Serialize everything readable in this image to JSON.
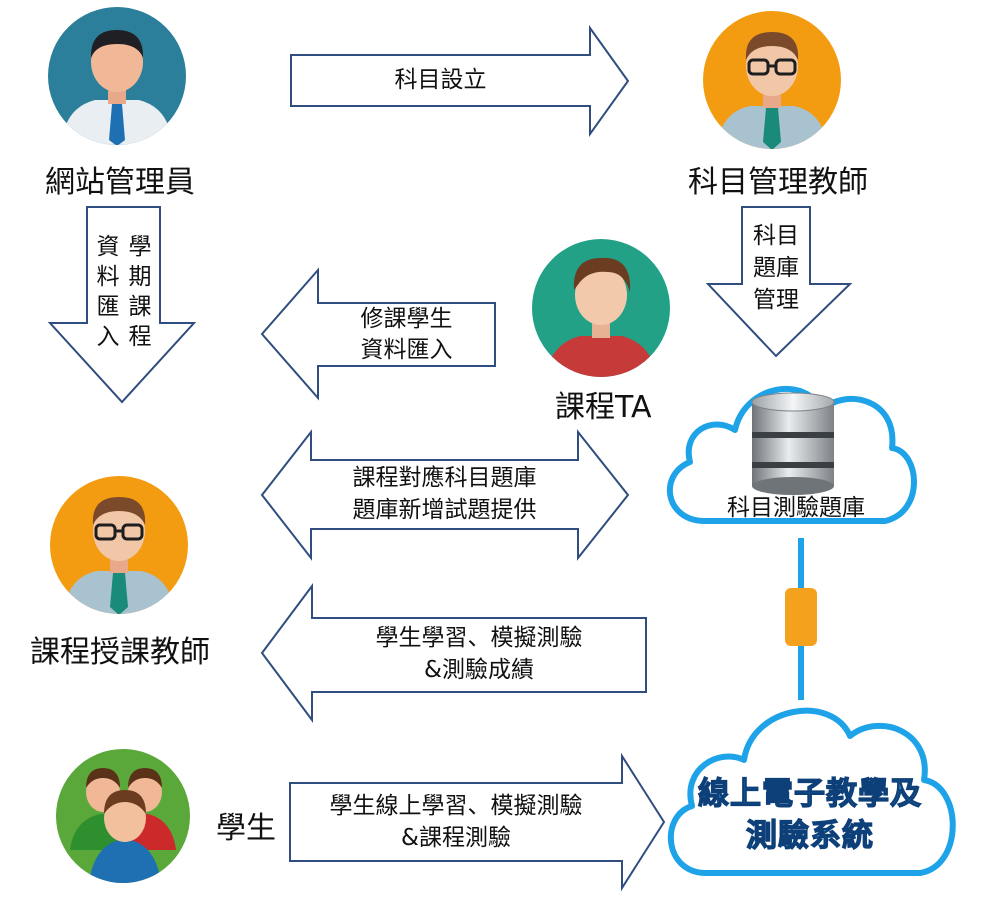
{
  "roles": {
    "admin": "網站管理員",
    "subject_teacher": "科目管理教師",
    "ta": "課程TA",
    "course_teacher": "課程授課教師",
    "student": "學生"
  },
  "arrows": {
    "subject_setup": "科目設立",
    "term_course_col1": "學期課程",
    "term_course_col2": "資料匯入",
    "bank_manage_line1": "科目",
    "bank_manage_line2": "題庫",
    "bank_manage_line3": "管理",
    "enroll_line1": "修課學生",
    "enroll_line2": "資料匯入",
    "mapping_line1": "課程對應科目題庫",
    "mapping_line2": "題庫新增試題提供",
    "results_line1": "學生學習、模擬測驗",
    "results_line2": "&測驗成績",
    "student_line1": "學生線上學習、模擬測驗",
    "student_line2": "&課程測驗"
  },
  "clouds": {
    "question_bank": "科目測驗題庫",
    "system_line1": "線上電子教學及",
    "system_line2": "測驗系統"
  },
  "colors": {
    "arrow_stroke": "#2f4d7e",
    "cloud_stroke": "#1fa3e8",
    "connector": "#f4a11d"
  }
}
